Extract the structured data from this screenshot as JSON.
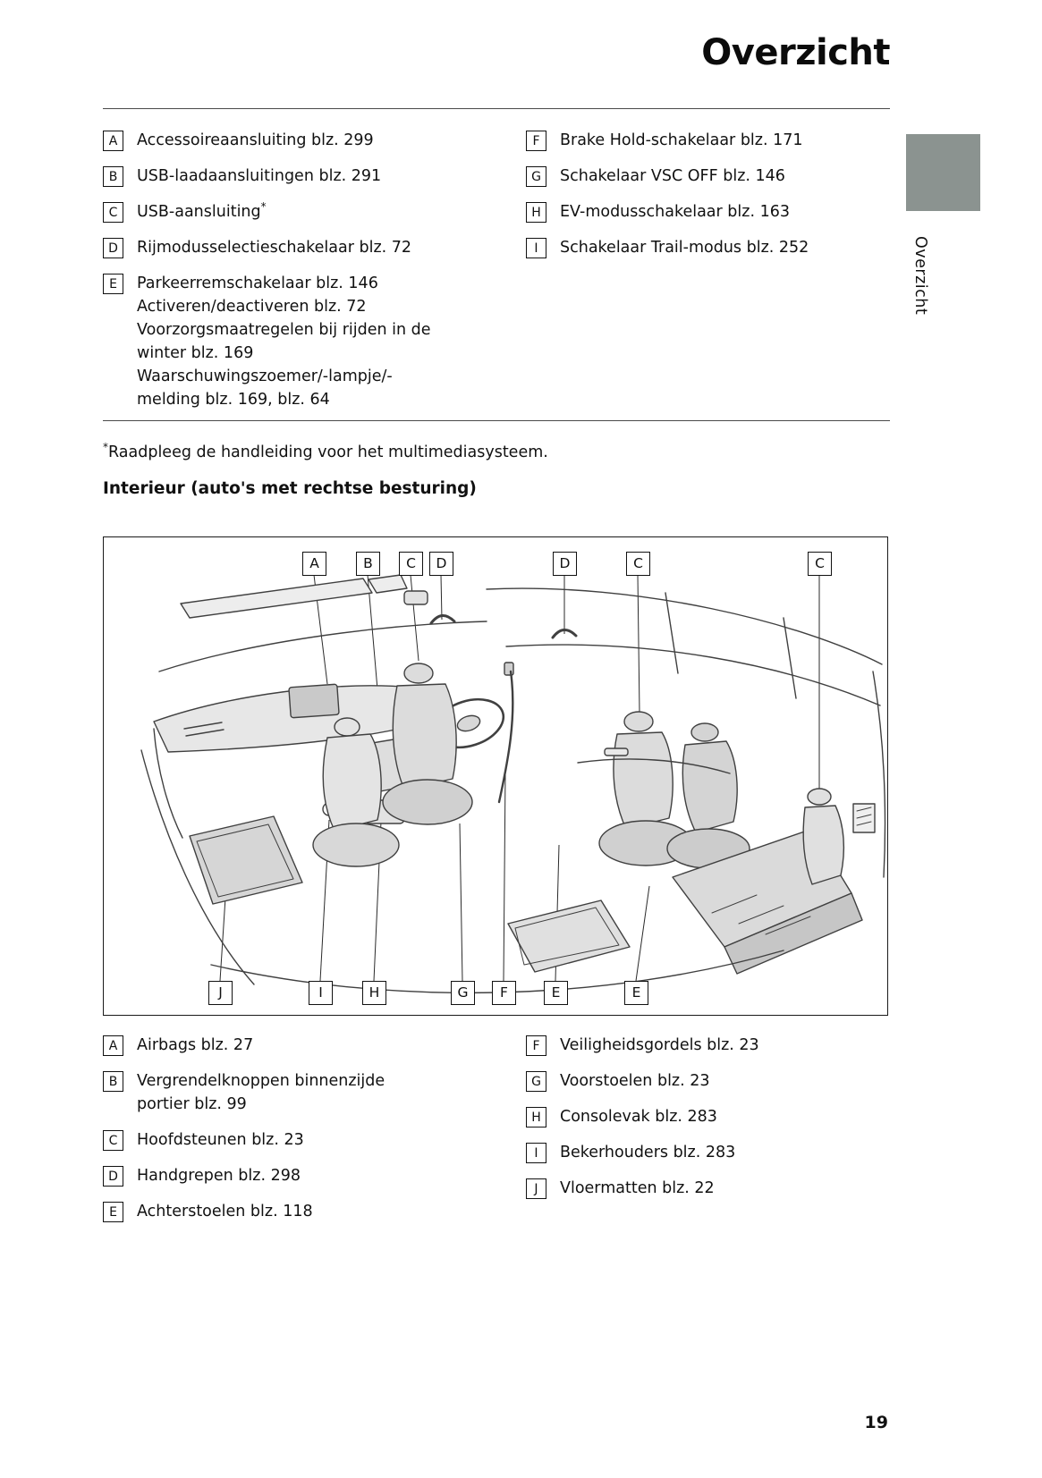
{
  "page": {
    "title": "Overzicht",
    "side_tab_label": "Overzicht",
    "footnote_marker": "*",
    "footnote_text": "Raadpleeg de handleiding voor het multimediasysteem.",
    "section_heading": "Interieur (auto's met rechtse besturing)",
    "page_number": "19"
  },
  "colors": {
    "side_tab": "#8b9390",
    "text": "#111111",
    "rule": "#4a4a4a"
  },
  "controls_list": {
    "left": [
      {
        "letter": "A",
        "text": "Accessoireaansluiting blz. 299"
      },
      {
        "letter": "B",
        "text": "USB-laadaansluitingen blz. 291"
      },
      {
        "letter": "C",
        "text": "USB-aansluiting",
        "sup": "*"
      },
      {
        "letter": "D",
        "text": "Rijmodusselectieschakelaar blz. 72"
      },
      {
        "letter": "E",
        "lines": [
          "Parkeerremschakelaar blz. 146",
          "Activeren/deactiveren blz. 72",
          "Voorzorgsmaatregelen bij rijden in de winter blz. 169",
          "Waarschuwingszoemer/-lampje/-melding blz. 169, blz. 64"
        ]
      }
    ],
    "right": [
      {
        "letter": "F",
        "text": "Brake Hold-schakelaar blz. 171"
      },
      {
        "letter": "G",
        "text": "Schakelaar VSC OFF blz. 146"
      },
      {
        "letter": "H",
        "text": "EV-modusschakelaar blz. 163"
      },
      {
        "letter": "I",
        "text": "Schakelaar Trail-modus blz. 252"
      }
    ]
  },
  "figure": {
    "callouts_top": [
      "A",
      "B",
      "C",
      "D",
      "D",
      "C",
      "C"
    ],
    "callouts_bottom": [
      "J",
      "I",
      "H",
      "G",
      "F",
      "E",
      "E"
    ]
  },
  "interior_list": {
    "left": [
      {
        "letter": "A",
        "text": "Airbags blz. 27"
      },
      {
        "letter": "B",
        "lines": [
          "Vergrendelknoppen binnenzijde",
          "portier blz. 99"
        ]
      },
      {
        "letter": "C",
        "text": "Hoofdsteunen blz. 23"
      },
      {
        "letter": "D",
        "text": "Handgrepen blz. 298"
      },
      {
        "letter": "E",
        "text": "Achterstoelen blz. 118"
      }
    ],
    "right": [
      {
        "letter": "F",
        "text": "Veiligheidsgordels blz. 23"
      },
      {
        "letter": "G",
        "text": "Voorstoelen blz. 23"
      },
      {
        "letter": "H",
        "text": "Consolevak blz. 283"
      },
      {
        "letter": "I",
        "text": "Bekerhouders blz. 283"
      },
      {
        "letter": "J",
        "text": "Vloermatten blz. 22"
      }
    ]
  }
}
